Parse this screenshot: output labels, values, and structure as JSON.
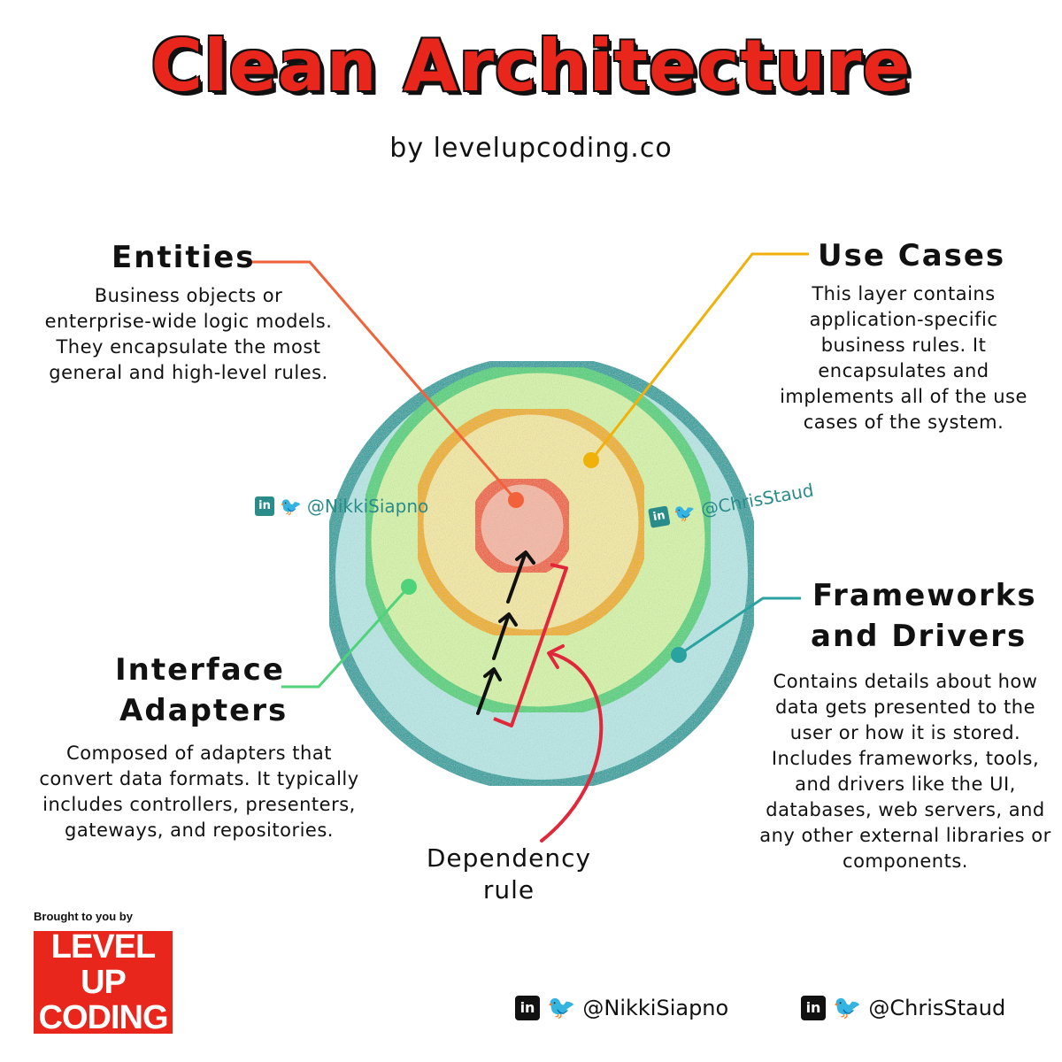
{
  "header": {
    "title": "Clean Architecture",
    "subtitle": "by levelupcoding.co"
  },
  "layers": {
    "entities": {
      "title": "Entities",
      "description": "Business objects or enterprise-wide logic models. They encapsulate the most general and high-level rules.",
      "color": "#f2623a",
      "fill": "#f7b7a3"
    },
    "use_cases": {
      "title": "Use Cases",
      "description": "This layer contains application-specific business rules. It encapsulates and implements all of the use cases of the system.",
      "color": "#f0b10a",
      "fill": "#f7e9a0"
    },
    "interface_adapters": {
      "title_line1": "Interface",
      "title_line2": "Adapters",
      "description": "Composed of adapters that convert data formats. It typically includes controllers, presenters, gateways, and repositories.",
      "color": "#4fd37a",
      "fill": "#d6f5a8"
    },
    "frameworks_drivers": {
      "title_line1": "Frameworks",
      "title_line2": "and Drivers",
      "description": "Contains details about how data gets presented to the user or how it is stored. Includes frameworks, tools, and drivers like the UI, databases, web servers, and any other external libraries or components.",
      "color": "#2aa3a0",
      "fill": "#b7e8e6"
    }
  },
  "dependency_rule": {
    "label_line1": "Dependency",
    "label_line2": "rule",
    "color": "#e0283a"
  },
  "watermarks": {
    "left": {
      "linkedin": "in",
      "twitter": "🐦",
      "handle": "@NikkiSiapno"
    },
    "right": {
      "linkedin": "in",
      "twitter": "🐦",
      "handle": "@ChrisStaud"
    }
  },
  "branding": {
    "brought_by": "Brought to you by",
    "logo_line1": "LEVEL UP",
    "logo_line2": "CODING"
  },
  "footer": {
    "nikki": {
      "linkedin": "in",
      "twitter": "🐦",
      "handle": "@NikkiSiapno"
    },
    "chris": {
      "linkedin": "in",
      "twitter": "🐦",
      "handle": "@ChrisStaud"
    }
  }
}
